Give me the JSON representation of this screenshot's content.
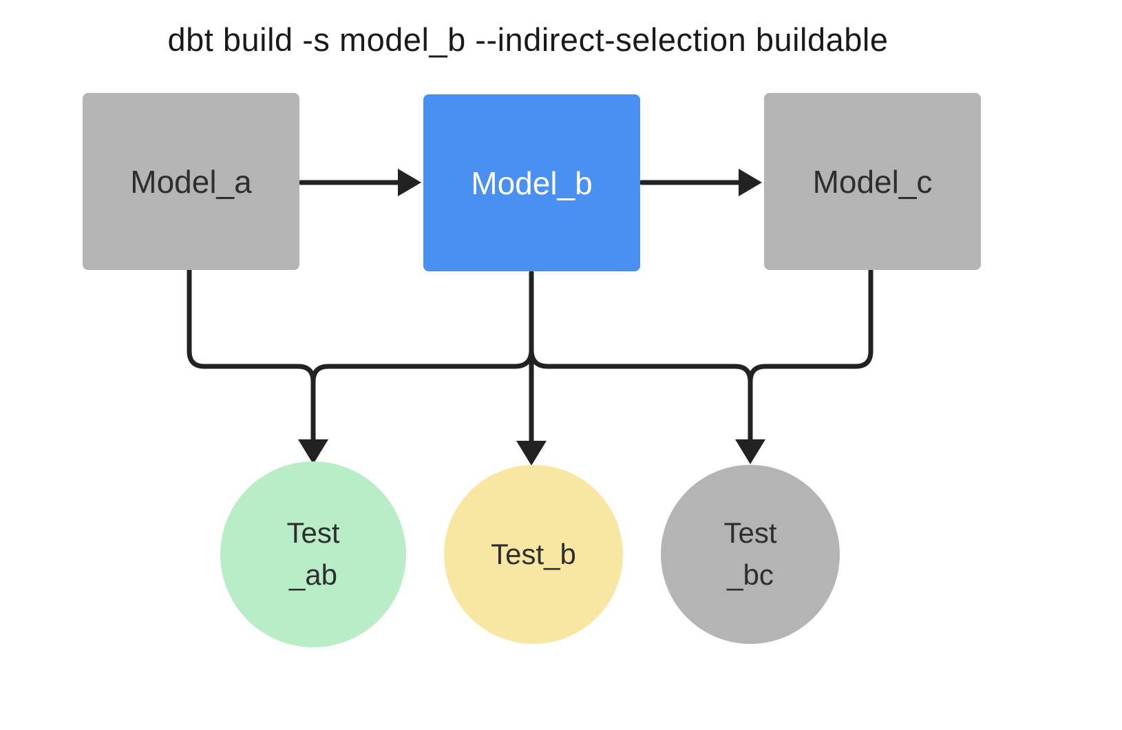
{
  "title": "dbt build -s model_b --indirect-selection buildable",
  "colors": {
    "background": "#ffffff",
    "title_text": "#1a1a1a",
    "line": "#222222",
    "model_box_gray": "#b4b4b4",
    "model_box_blue": "#4a8ff2",
    "text_dark": "#2e2e2e",
    "text_on_blue": "#ffffff",
    "test_green": "#b9edc7",
    "test_yellow": "#f8e7a3",
    "test_gray": "#b4b4b4"
  },
  "nodes": {
    "model_a": {
      "label": "Model_a"
    },
    "model_b": {
      "label": "Model_b"
    },
    "model_c": {
      "label": "Model_c"
    },
    "test_ab": {
      "line1": "Test",
      "line2": "_ab"
    },
    "test_b": {
      "label": "Test_b"
    },
    "test_bc": {
      "line1": "Test",
      "line2": "_bc"
    }
  }
}
